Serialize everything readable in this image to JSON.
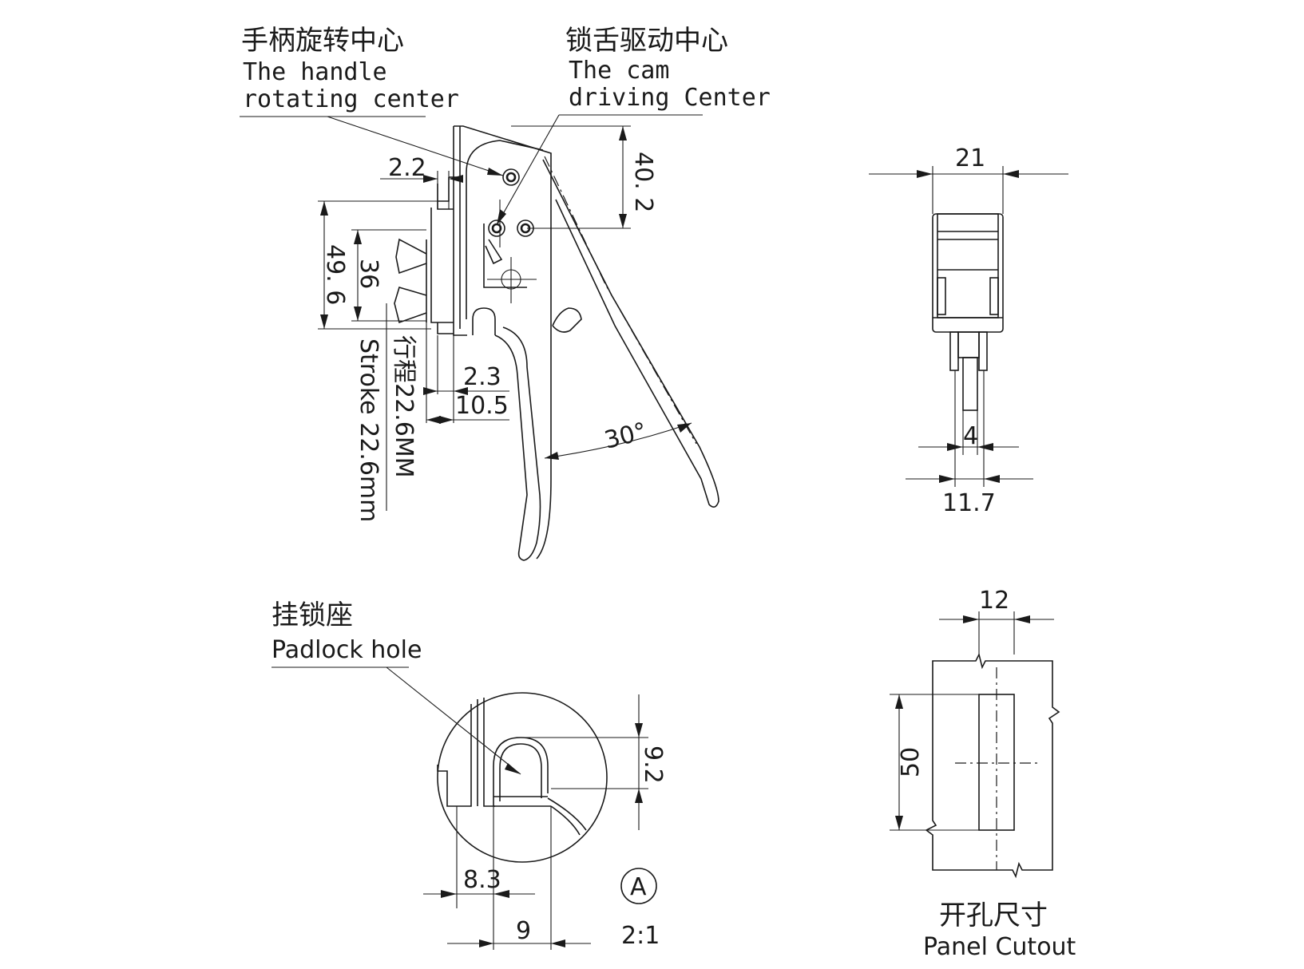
{
  "labels": {
    "handle_center_cn": "手柄旋转中心",
    "handle_center_en1": "The handle",
    "handle_center_en2": "rotating center",
    "cam_center_cn": "锁舌驱动中心",
    "cam_center_en1": "The cam",
    "cam_center_en2": "driving Center",
    "stroke_cn": "行程22.6MM",
    "stroke_en": "Stroke 22.6mm",
    "padlock_cn": "挂锁座",
    "padlock_en": "Padlock hole",
    "cutout_cn": "开孔尺寸",
    "cutout_en": "Panel Cutout",
    "detail_mark": "A",
    "detail_scale": "2:1",
    "angle": "30°"
  },
  "dimensions": {
    "d_2_2": "2.2",
    "d_40_2": "40. 2",
    "d_49_6": "49. 6",
    "d_36": "36",
    "d_2_3": "2.3",
    "d_10_5": "10.5",
    "d_21": "21",
    "d_4": "4",
    "d_11_7": "11.7",
    "d_9_2": "9.2",
    "d_8_3": "8.3",
    "d_9": "9",
    "d_12": "12",
    "d_50": "50"
  }
}
